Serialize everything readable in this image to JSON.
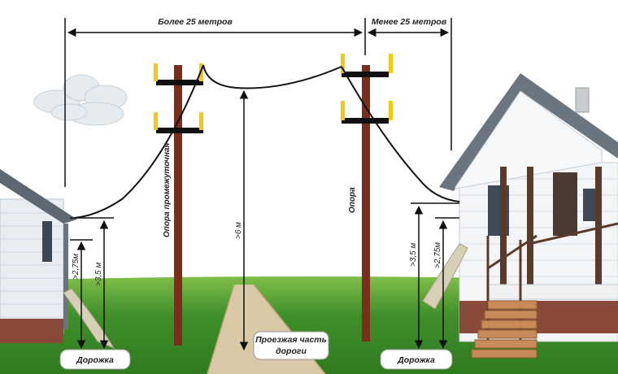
{
  "labels": {
    "span_long": "Более 25 метров",
    "span_short": "Менее 25 метров",
    "pole_intermediate": "Опора промежуточная",
    "pole": "Опора",
    "height_road": ">6 м",
    "height_left_35": ">3,5 м",
    "height_left_275": ">2,75м",
    "height_right_35": ">3,5 м",
    "height_right_275": ">2,75м",
    "road": "Проезжая часть дороги",
    "road_line1": "Проезжая часть",
    "road_line2": "дороги",
    "path_left": "Дорожка",
    "path_right": "Дорожка"
  },
  "colors": {
    "sky": "#ffffff",
    "grass": "#3f8f2a",
    "pole": "#7a2e1c",
    "insulator": "#f2c811",
    "wire": "#111111"
  }
}
